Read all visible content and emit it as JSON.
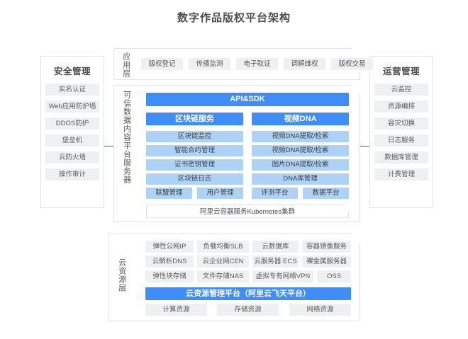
{
  "title": "数字作品版权平台架构",
  "colors": {
    "accent_blue": "#3f8ef7",
    "light_blue": "#aed2f6",
    "chip_gray": "#eef0f2",
    "border": "#e3e5e8"
  },
  "left_panel": {
    "heading": "安全管理",
    "items": [
      "实名认证",
      "Web应用防护墙",
      "DDOS防护",
      "堡垒机",
      "云防火墙",
      "操作审计"
    ]
  },
  "right_panel": {
    "heading": "运营管理",
    "items": [
      "云监控",
      "资源编排",
      "容灾切换",
      "日志服务",
      "数据库管理",
      "计费管理"
    ]
  },
  "application_layer": {
    "label": "应用层",
    "items": [
      "版权登记",
      "传播监测",
      "电子取证",
      "调解维权",
      "版权交易"
    ]
  },
  "core_layer": {
    "label": "可信数据内容平台服务器",
    "api_bar": "API&SDK",
    "columns": [
      {
        "header": "区块链服务",
        "items": [
          "区块链监控",
          "智能合约管理",
          "证书密钥管理",
          "区块链日志"
        ],
        "pair": [
          "联盟管理",
          "用户管理"
        ]
      },
      {
        "header": "视频DNA",
        "items": [
          "视频DNA提取/检索",
          "视频DNA提取/检索",
          "图片DNA提取/检索",
          "DNA库管理"
        ],
        "pair": [
          "评测平台",
          "数据平台"
        ]
      }
    ],
    "k8s_bar": "阿里云容器服务Kubernetes集群"
  },
  "cloud_layer": {
    "label": "云资源层",
    "grid": [
      [
        "弹性公网IP",
        "负载均衡SLB",
        "云数据库",
        "容器镜像服务"
      ],
      [
        "云解析DNS",
        "云企业网CEN",
        "云服务器 ECS",
        "裸金属服务器"
      ],
      [
        "弹性块存储",
        "文件存储NAS",
        "虚拟专有网络VPN",
        "OSS"
      ]
    ],
    "management_bar": "云资源管理平台（阿里云飞天平台）",
    "footer": [
      "计算资源",
      "存储资源",
      "网络资源"
    ]
  }
}
